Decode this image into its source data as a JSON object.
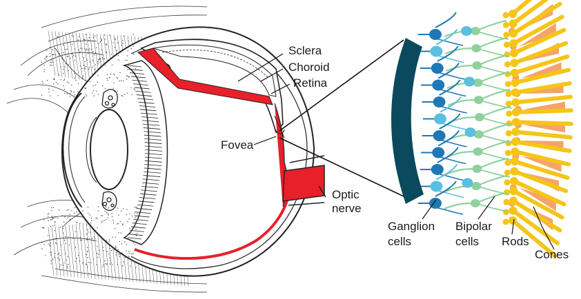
{
  "labels": {
    "sclera": "Sclera",
    "choroid": "Choroid",
    "retina": "Retina",
    "fovea": "Fovea",
    "optic_nerve": [
      "Optic",
      "nerve"
    ],
    "ganglion_cells": [
      "Ganglion",
      "cells"
    ],
    "bipolar_cells": [
      "Bipolar",
      "cells"
    ],
    "rods": "Rods",
    "cones": "Cones"
  },
  "colors": {
    "retina_red": "#e8202a",
    "ganglion_blue": "#1f78b4",
    "ganglion_light_blue": "#5bbfe0",
    "bipolar_green": "#8fd19e",
    "rod_yellow": "#f5c518",
    "cone_orange": "#f4a46a",
    "wall_teal": "#0b4a5e",
    "line_dark": "#222222"
  }
}
